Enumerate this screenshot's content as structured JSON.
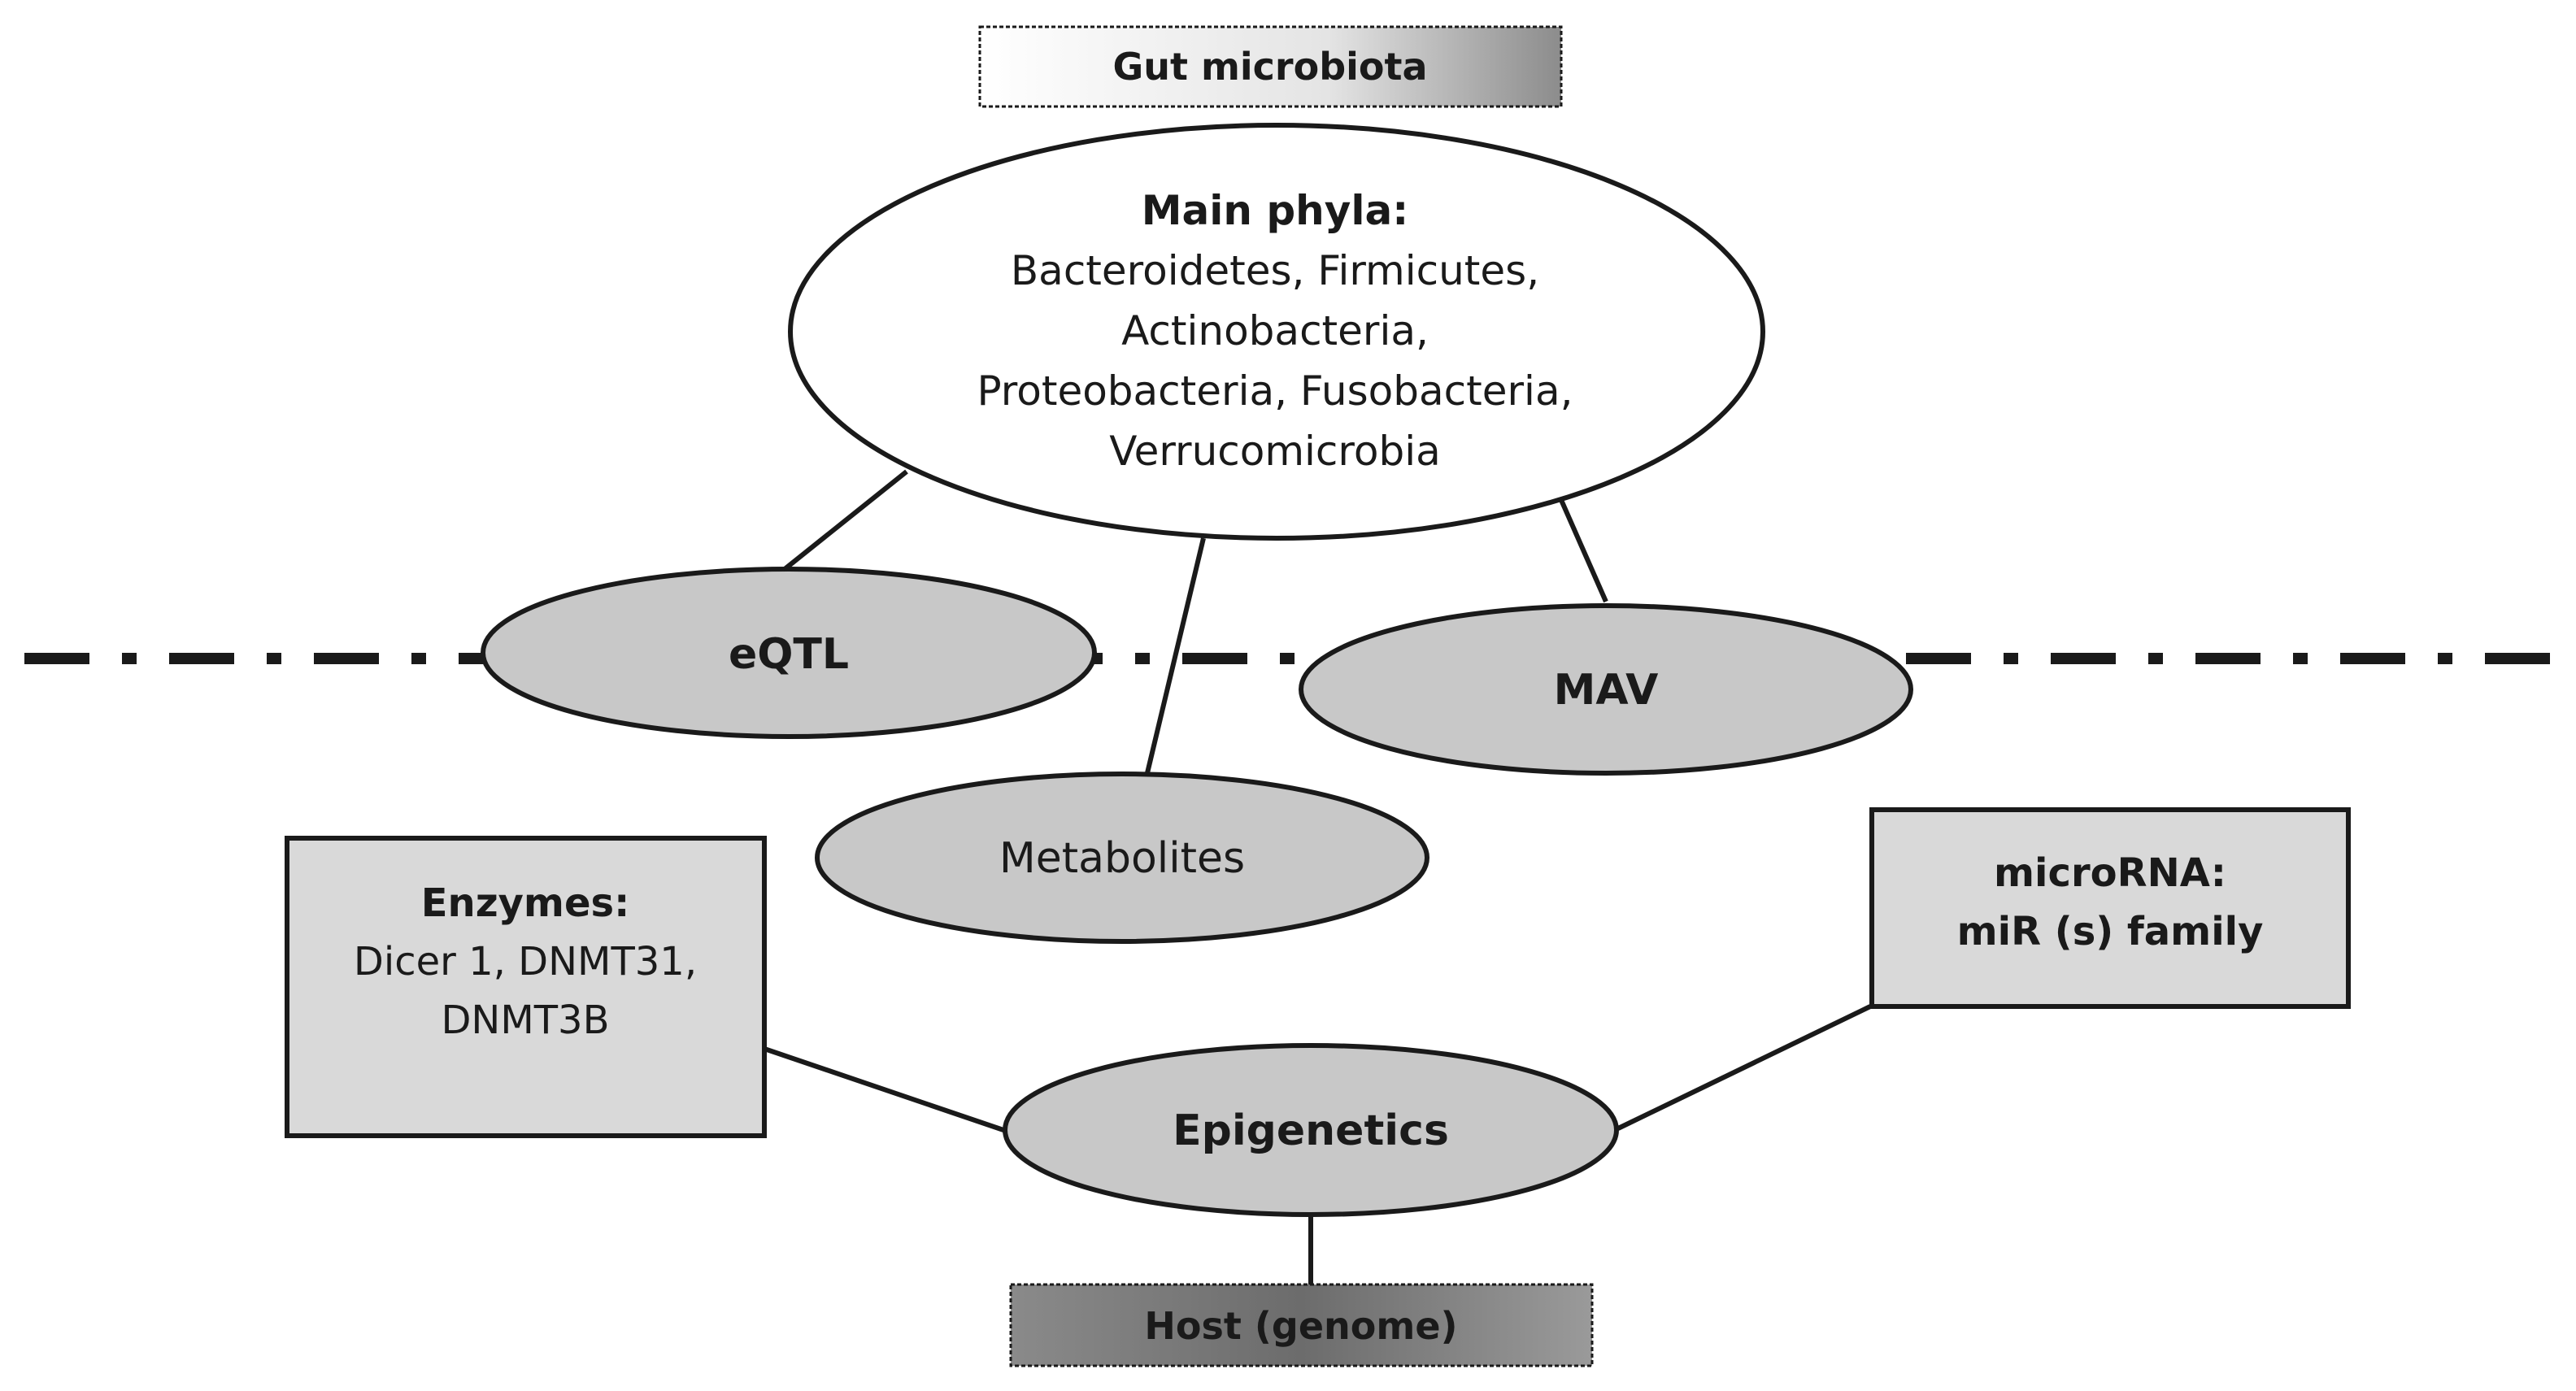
{
  "diagram": {
    "top_label": "Gut microbiota",
    "phyla": {
      "heading": "Main phyla:",
      "lines": [
        "Bacteroidetes, Firmicutes,",
        "Actinobacteria,",
        "Proteobacteria, Fusobacteria,",
        "Verrucomicrobia"
      ]
    },
    "eqtl_label": "eQTL",
    "mav_label": "MAV",
    "metabolites_label": "Metabolites",
    "enzymes": {
      "heading": "Enzymes:",
      "lines": [
        "Dicer 1, DNMT31,",
        "DNMT3B"
      ]
    },
    "microrna": {
      "heading": "microRNA:",
      "line": "miR (s) family"
    },
    "epigenetics_label": "Epigenetics",
    "bottom_label": "Host (genome)",
    "colors": {
      "ellipse_fill": "#c8c8c8",
      "box_fill": "#d9d9d9",
      "stroke": "#1a1a1a"
    }
  }
}
